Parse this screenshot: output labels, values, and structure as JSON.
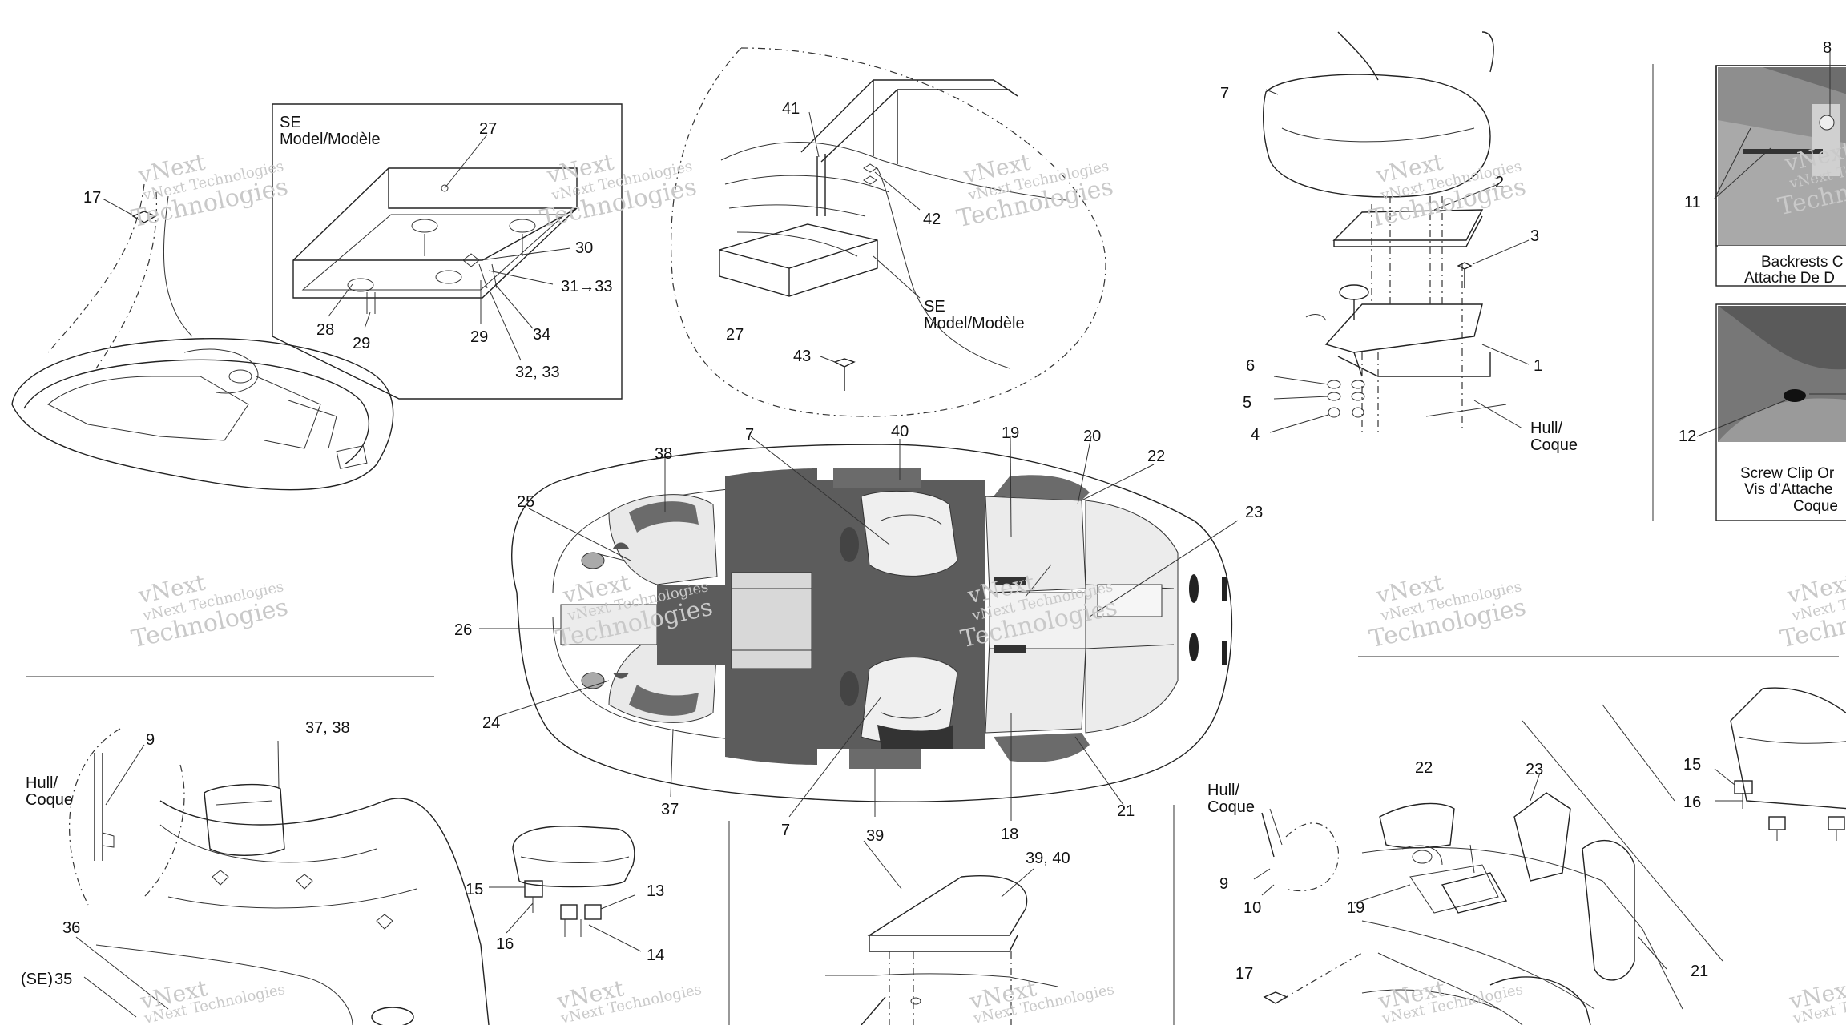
{
  "page_labels": {
    "se_model": "SE",
    "se_model_2": "Model/Modèle",
    "hull_coque_a": "Hull/",
    "hull_coque_b": "Coque",
    "se_prefix": "(SE)",
    "range_31_33": "31→33",
    "pair_32_33": "32, 33",
    "pair_37_38": "37, 38",
    "pair_39_40": "39, 40"
  },
  "callouts": [
    "1",
    "2",
    "3",
    "4",
    "5",
    "6",
    "7",
    "8",
    "9",
    "10",
    "11",
    "12",
    "13",
    "14",
    "15",
    "16",
    "17",
    "18",
    "19",
    "20",
    "21",
    "22",
    "23",
    "24",
    "25",
    "26",
    "27",
    "28",
    "29",
    "30",
    "34",
    "35",
    "36",
    "37",
    "38",
    "39",
    "40",
    "41",
    "42",
    "43"
  ],
  "photo_captions": {
    "backrests_line1": "Backrests C",
    "backrests_line2": "Attache De D",
    "screw_line1": "Screw Clip Or",
    "screw_line2": "Vis d’Attache",
    "screw_line3": "Coque"
  },
  "watermark": {
    "line1": "vNext",
    "line2": "vNext Technologies",
    "line3": "Technologies"
  },
  "colors": {
    "ink": "#111111",
    "seat_dark": "#6b6b6b",
    "floor_dark": "#5c5c5c",
    "watermark": "#c9c9c9"
  }
}
